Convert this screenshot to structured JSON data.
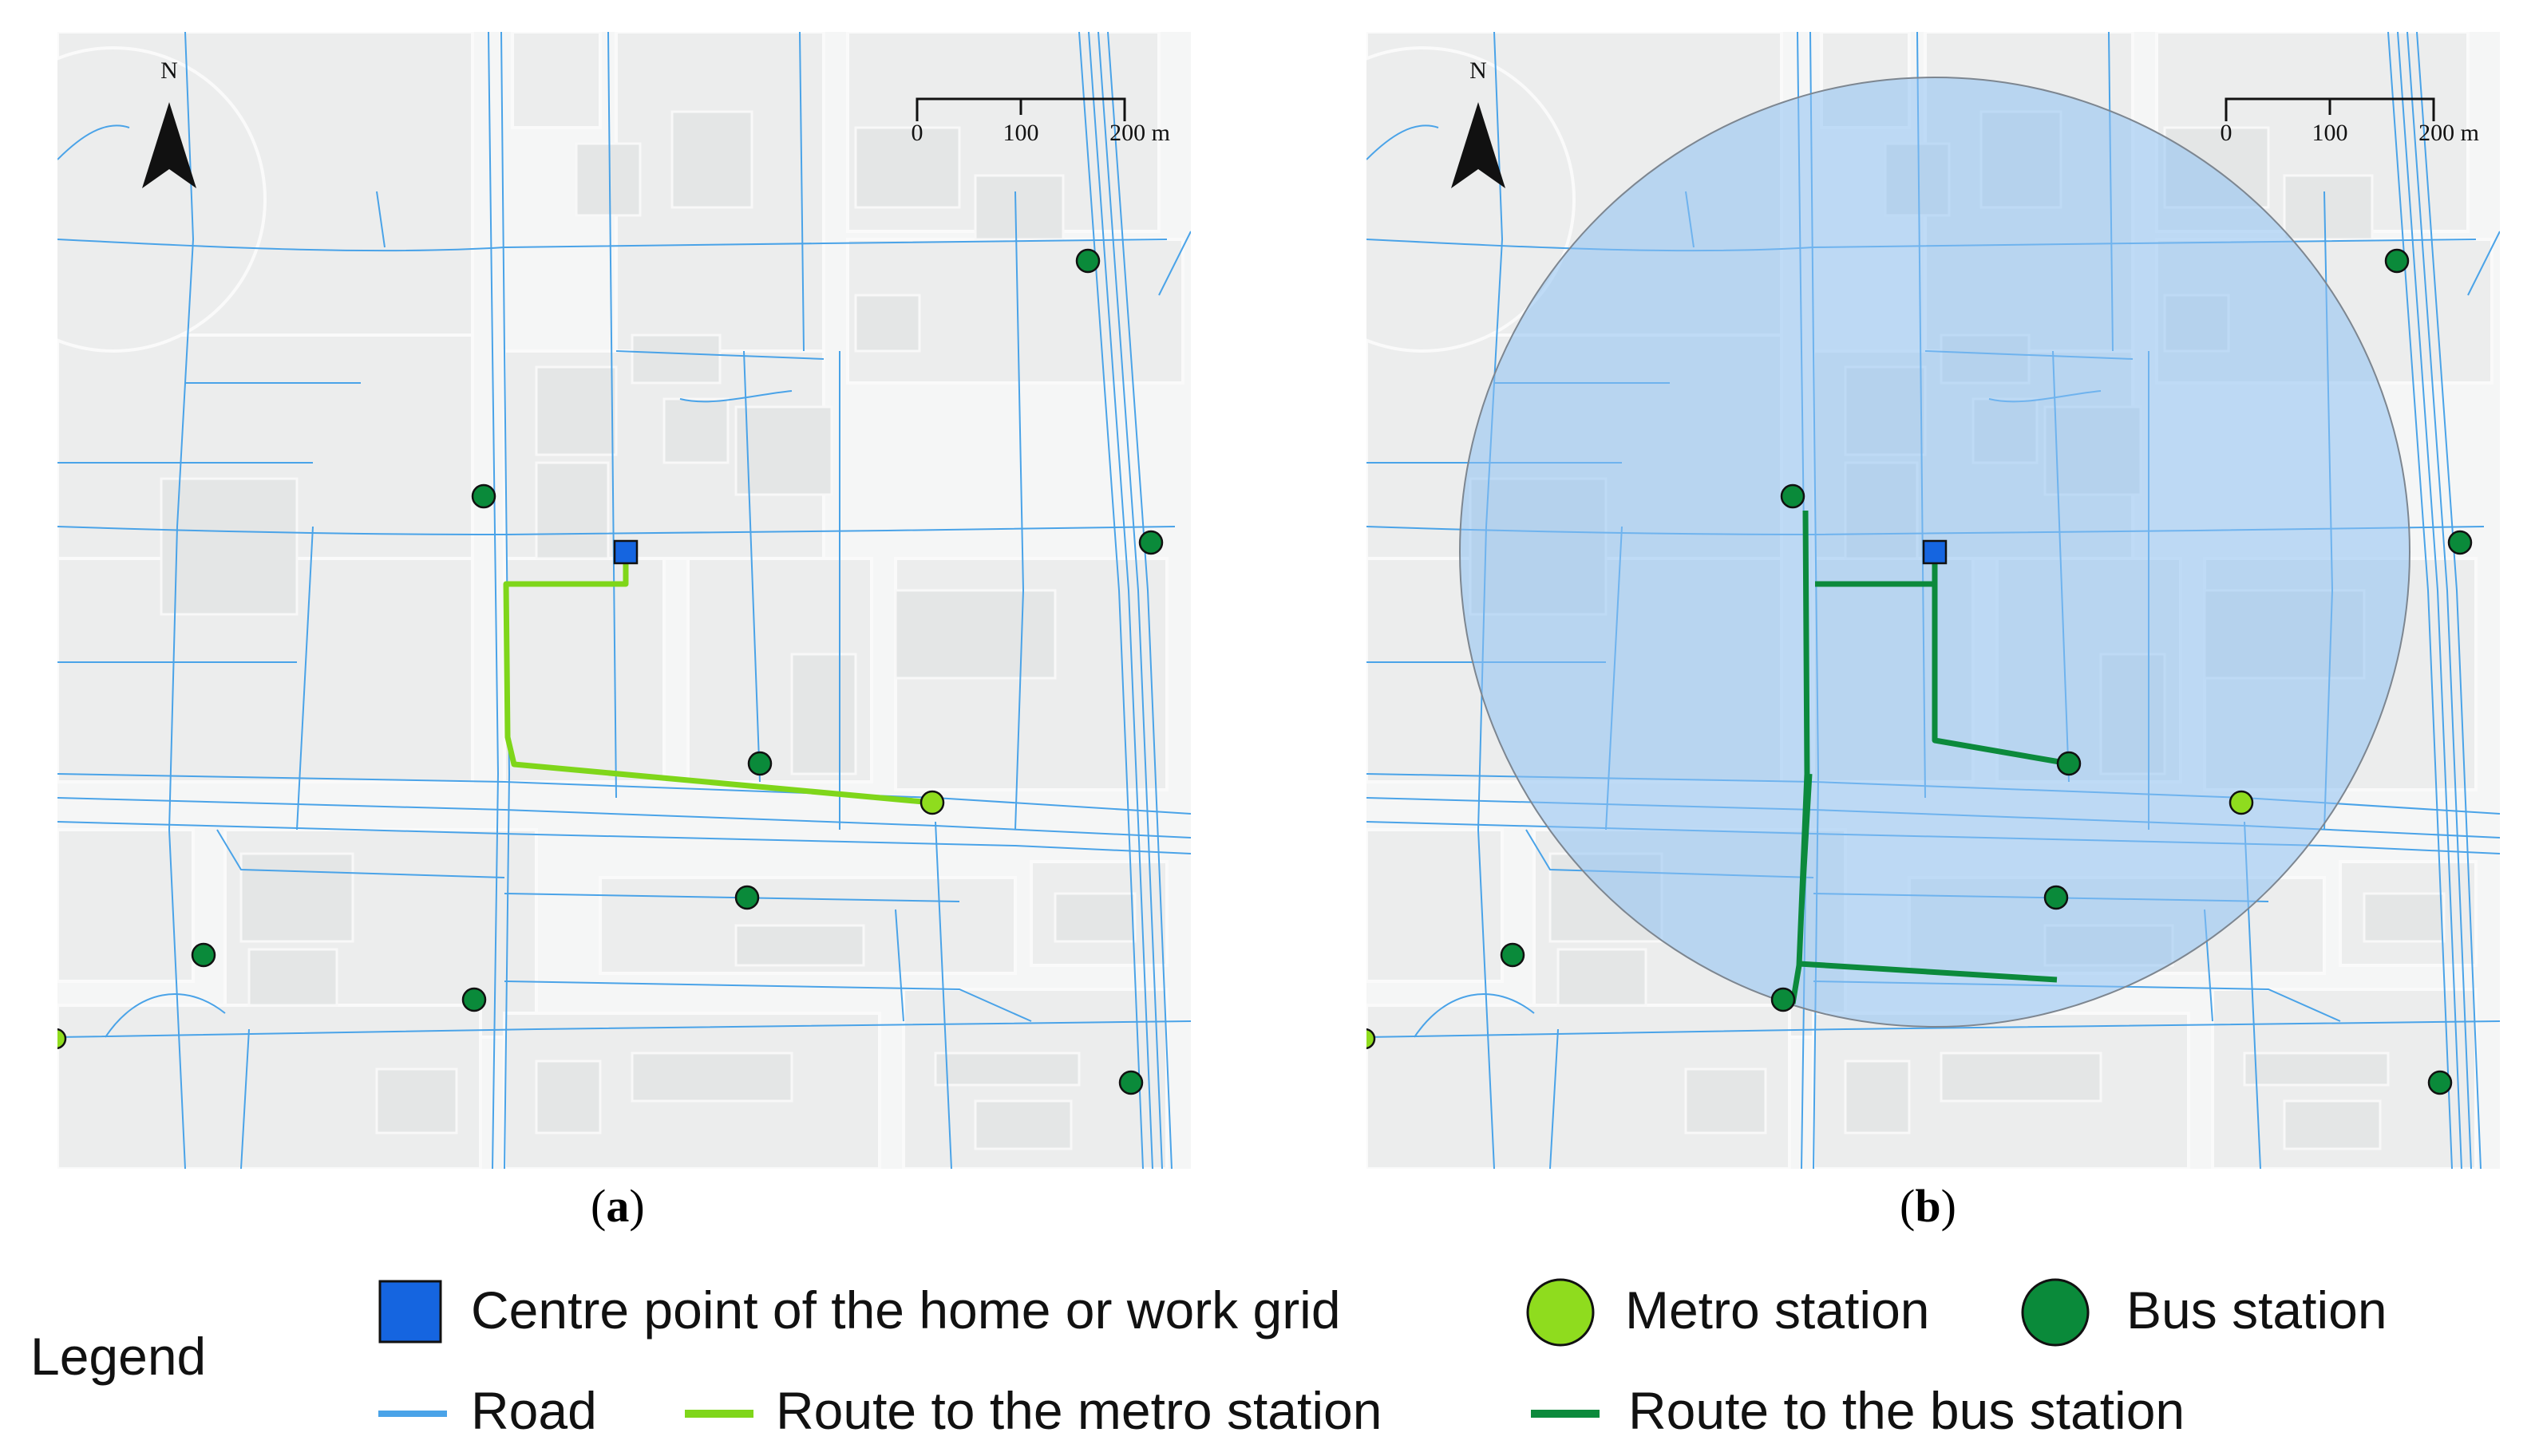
{
  "panels": [
    {
      "id": "a",
      "label_prefix": "(",
      "label": "a",
      "label_suffix": ")",
      "buffer_circle": false,
      "route_type": "metro"
    },
    {
      "id": "b",
      "label_prefix": "(",
      "label": "b",
      "label_suffix": ")",
      "buffer_circle": true,
      "route_type": "bus"
    }
  ],
  "north_arrow": {
    "label": "N"
  },
  "scale_bar": {
    "ticks": [
      "0",
      "100",
      "200 m"
    ]
  },
  "legend": {
    "title": "Legend",
    "items": {
      "centre": "Centre point of the home or work grid",
      "metro": "Metro station",
      "bus": "Bus station",
      "road": "Road",
      "route_metro": "Route to the metro station",
      "route_bus": "Route to the bus station"
    }
  },
  "colors": {
    "background": "#f5f6f6",
    "block": "#eceded",
    "building": "#e4e6e6",
    "road": "#4aa3e8",
    "centre_point": "#1565e0",
    "metro_station": "#8fdc1e",
    "bus_station": "#0a8a3a",
    "route_metro": "#7fd61a",
    "route_bus": "#0c8a3c",
    "buffer": "#8ec1f3"
  }
}
